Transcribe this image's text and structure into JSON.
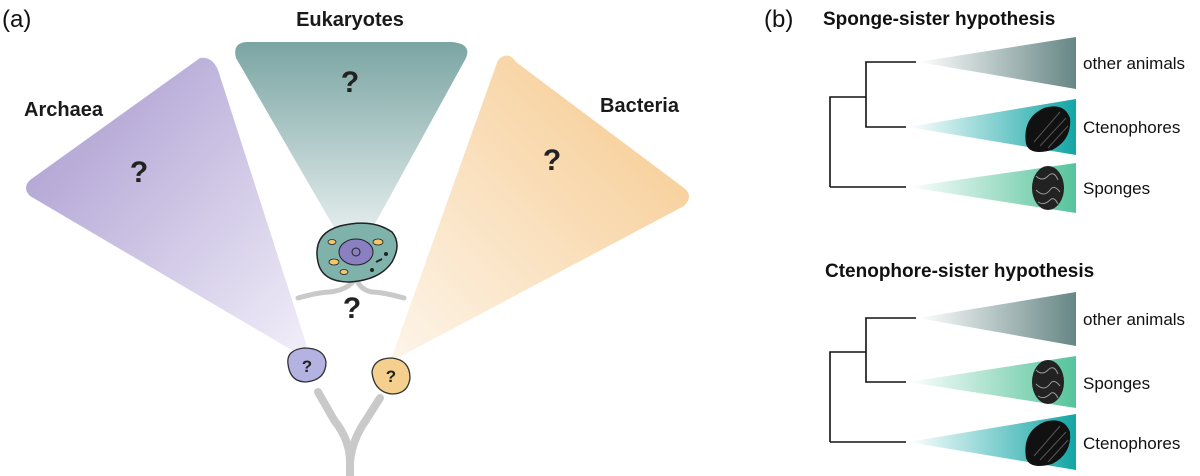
{
  "panel_a": {
    "label": "(a)",
    "domains": {
      "eukaryotes": "Eukaryotes",
      "archaea": "Archaea",
      "bacteria": "Bacteria"
    },
    "question_mark": "?",
    "colors": {
      "archaea": "#a99bd0",
      "eukaryotes": "#7fa8a6",
      "bacteria": "#f6c98a",
      "stem": "#c8c8c8"
    }
  },
  "panel_b": {
    "label": "(b)",
    "sponge_sister": {
      "title": "Sponge-sister hypothesis",
      "taxa": [
        "other animals",
        "Ctenophores",
        "Sponges"
      ]
    },
    "ctenophore_sister": {
      "title": "Ctenophore-sister hypothesis",
      "taxa": [
        "other animals",
        "Sponges",
        "Ctenophores"
      ]
    },
    "colors": {
      "other_animals": "#6f8d8c",
      "ctenophores": "#1aa9a9",
      "sponges": "#5dc4a0"
    }
  }
}
